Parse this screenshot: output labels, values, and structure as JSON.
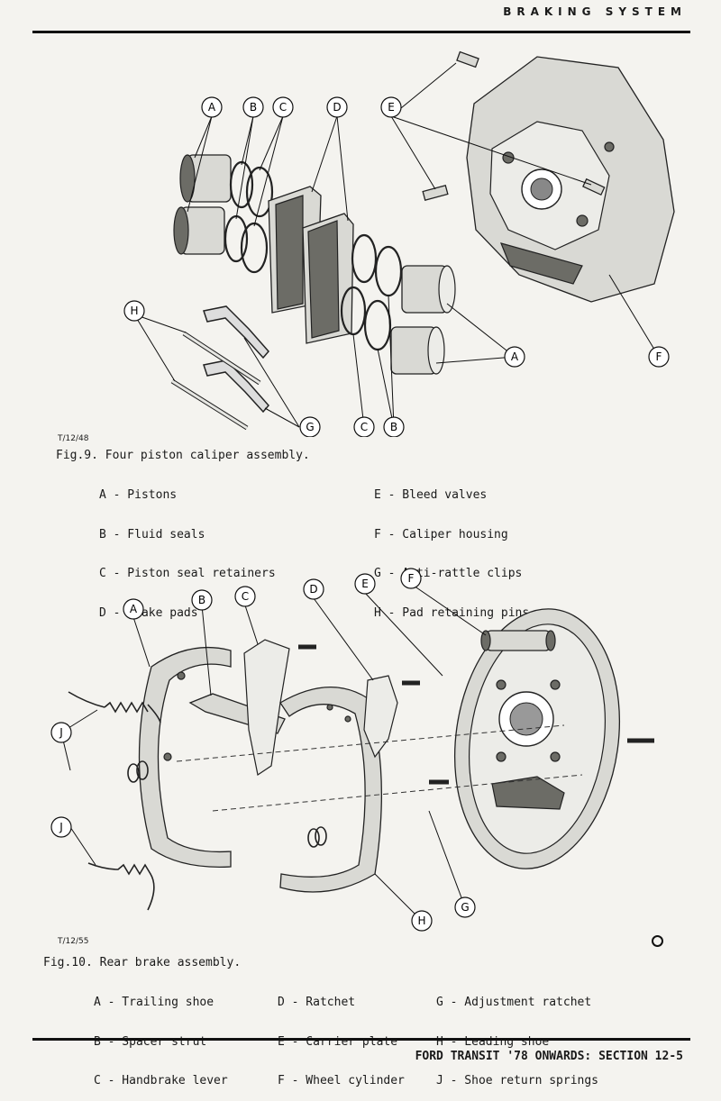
{
  "header": {
    "title": "BRAKING SYSTEM"
  },
  "fig9": {
    "ref": "T/12/48",
    "caption": "Fig.9. Four piston caliper assembly.",
    "legend_left": [
      "A - Pistons",
      "B - Fluid seals",
      "C - Piston seal retainers",
      "D - Brake pads"
    ],
    "legend_right": [
      "E - Bleed valves",
      "F - Caliper housing",
      "G - Anti-rattle clips",
      "H - Pad retaining pins"
    ],
    "callouts": [
      "A",
      "B",
      "C",
      "D",
      "E",
      "H",
      "G",
      "C",
      "B",
      "A",
      "F"
    ]
  },
  "fig10": {
    "ref": "T/12/55",
    "caption": "Fig.10. Rear brake assembly.",
    "legend_col1": [
      "A - Trailing shoe",
      "B - Spacer strut",
      "C - Handbrake lever"
    ],
    "legend_col2": [
      "D - Ratchet",
      "E - Carrier plate",
      "F - Wheel cylinder"
    ],
    "legend_col3": [
      "G - Adjustment ratchet",
      "H - Leading shoe",
      "J - Shoe return springs"
    ],
    "callouts": [
      "A",
      "B",
      "C",
      "D",
      "E",
      "F",
      "J",
      "J",
      "H",
      "G"
    ]
  },
  "footer": {
    "text": "FORD TRANSIT '78 ONWARDS: SECTION 12-5"
  }
}
